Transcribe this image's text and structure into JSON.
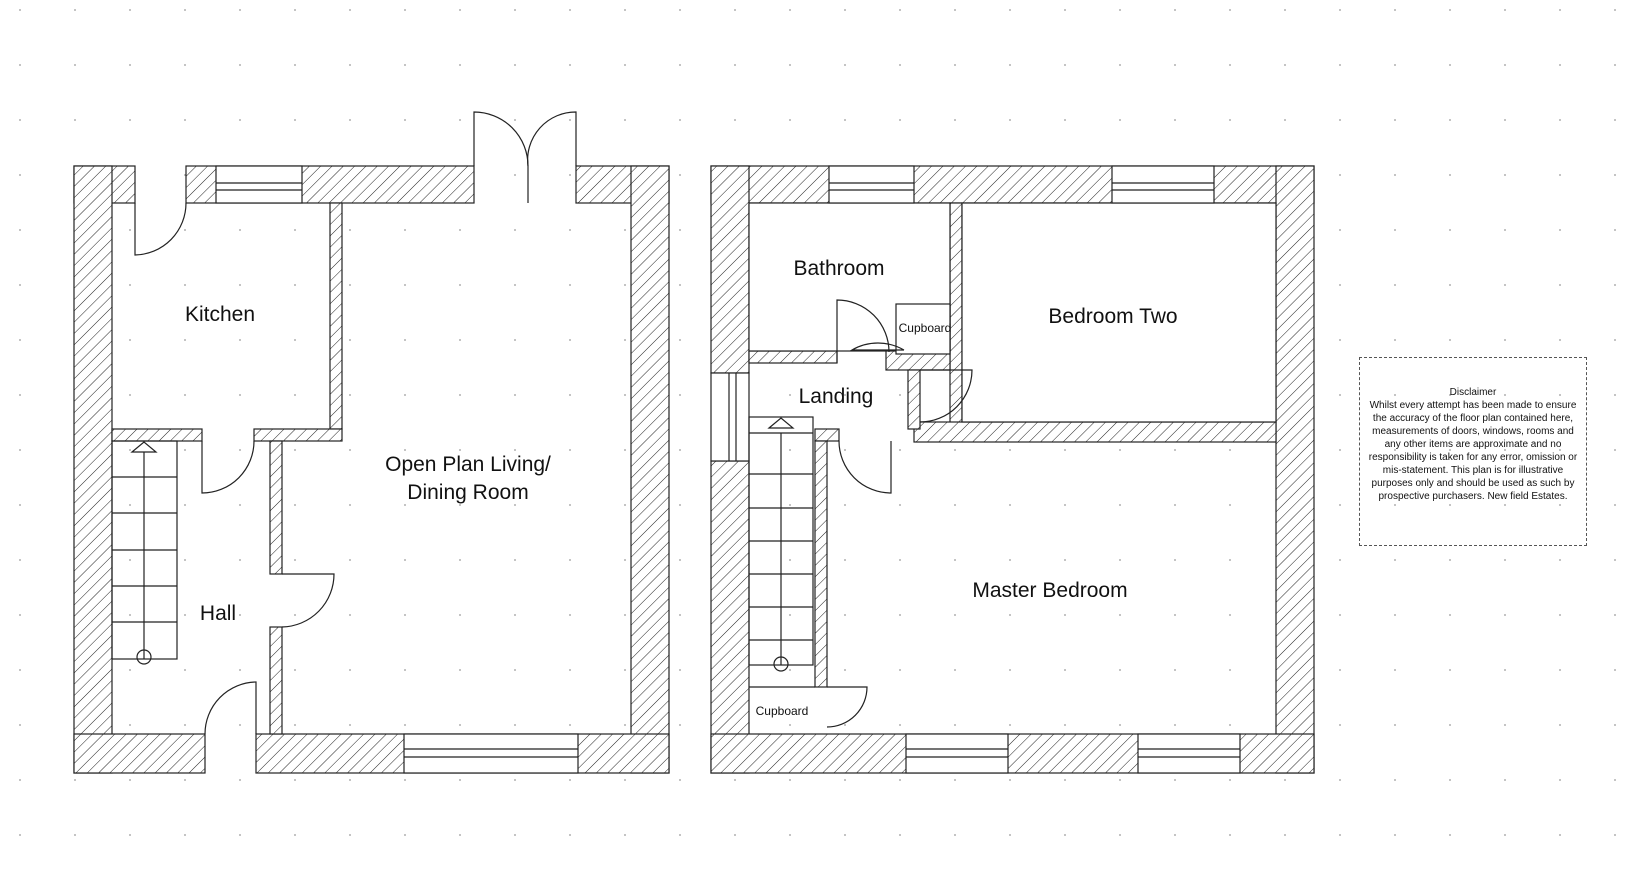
{
  "rooms": {
    "kitchen": "Kitchen",
    "living_line1": "Open Plan Living/",
    "living_line2": "Dining Room",
    "hall": "Hall",
    "bathroom": "Bathroom",
    "cupboard_upper": "Cupboard",
    "bedroom_two": "Bedroom Two",
    "landing": "Landing",
    "master_bedroom": "Master Bedroom",
    "cupboard_lower": "Cupboard"
  },
  "disclaimer": {
    "title": "Disclaimer",
    "body": "Whilst every attempt has been made to ensure the accuracy of the floor plan contained here, measurements of doors, windows, rooms and any other items are approximate and no responsibility is taken for any error, omission or mis-statement. This plan is for illustrative purposes only and should be used as such by prospective purchasers. New field Estates."
  }
}
